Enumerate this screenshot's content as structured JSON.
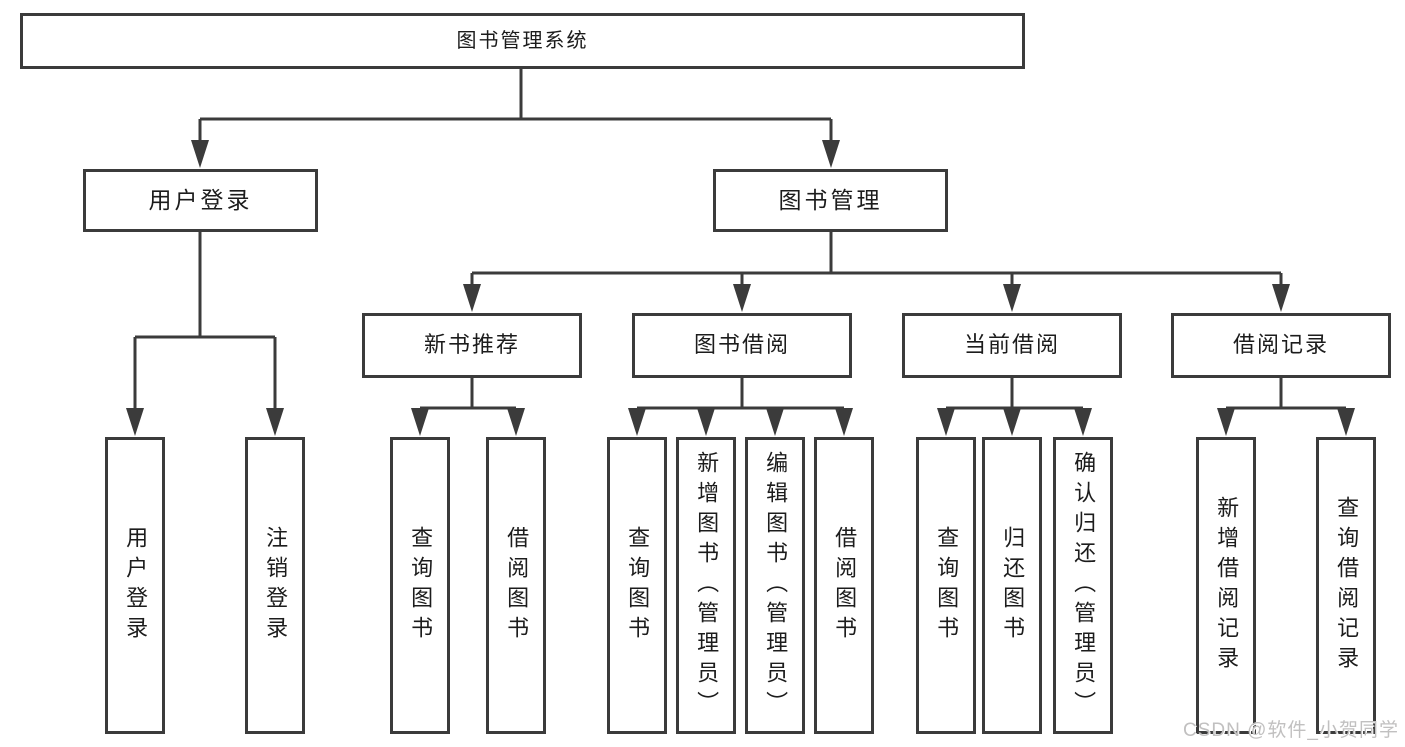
{
  "diagram": {
    "root": "图书管理系统",
    "level2": [
      "用户登录",
      "图书管理"
    ],
    "level3": [
      "新书推荐",
      "图书借阅",
      "当前借阅",
      "借阅记录"
    ],
    "leaves_user_login": [
      "用户登录",
      "注销登录"
    ],
    "leaves_new_books": [
      "查询图书",
      "借阅图书"
    ],
    "leaves_book_borrow": [
      "查询图书",
      "新增图书（管理员）",
      "编辑图书（管理员）",
      "借阅图书"
    ],
    "leaves_current_borrow": [
      "查询图书",
      "归还图书",
      "确认归还（管理员）"
    ],
    "leaves_borrow_records": [
      "新增借阅记录",
      "查询借阅记录"
    ],
    "colors": {
      "line": "#3b3b3b",
      "box_border": "#3b3b3b",
      "box_fill": "#ffffff",
      "text": "#1c1c1c",
      "watermark": "#c1c0c0"
    }
  },
  "watermark": "CSDN @软件_小贺同学"
}
